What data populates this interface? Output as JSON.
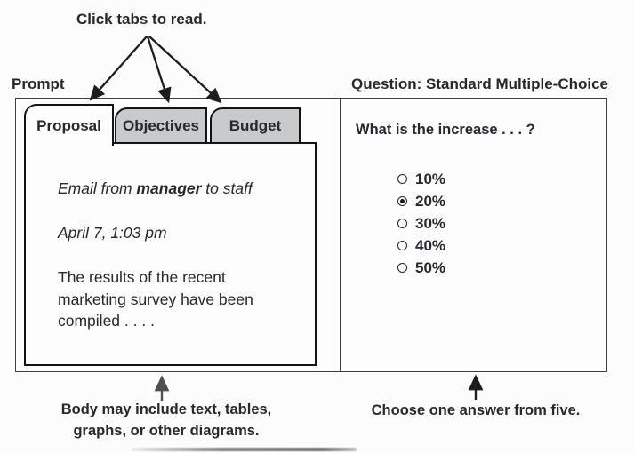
{
  "annotations": {
    "click_tabs": "Click tabs to read.",
    "body_caption_line1": "Body may include text, tables,",
    "body_caption_line2": "graphs, or other diagrams.",
    "answer_caption": "Choose one answer from five."
  },
  "labels": {
    "prompt": "Prompt",
    "question_header": "Question: Standard Multiple-Choice"
  },
  "prompt_panel": {
    "tabs": [
      {
        "label": "Proposal",
        "active": true
      },
      {
        "label": "Objectives",
        "active": false
      },
      {
        "label": "Budget",
        "active": false
      }
    ],
    "email_header": {
      "prefix": "Email from ",
      "bold": "manager",
      "suffix": " to staff"
    },
    "date_line": "April 7, 1:03 pm",
    "body_text": "The results of the recent marketing survey have been compiled . . . ."
  },
  "question_panel": {
    "question": "What is the increase . . . ?",
    "options": [
      {
        "label": "10%",
        "selected": false
      },
      {
        "label": "20%",
        "selected": true
      },
      {
        "label": "30%",
        "selected": false
      },
      {
        "label": "40%",
        "selected": false
      },
      {
        "label": "50%",
        "selected": false
      }
    ]
  },
  "colors": {
    "tab_inactive": "#c9cacc",
    "panel_background": "#fdfdfd",
    "border_dark": "#141414",
    "border_thin": "#3f3f42",
    "text": "#27272c"
  }
}
